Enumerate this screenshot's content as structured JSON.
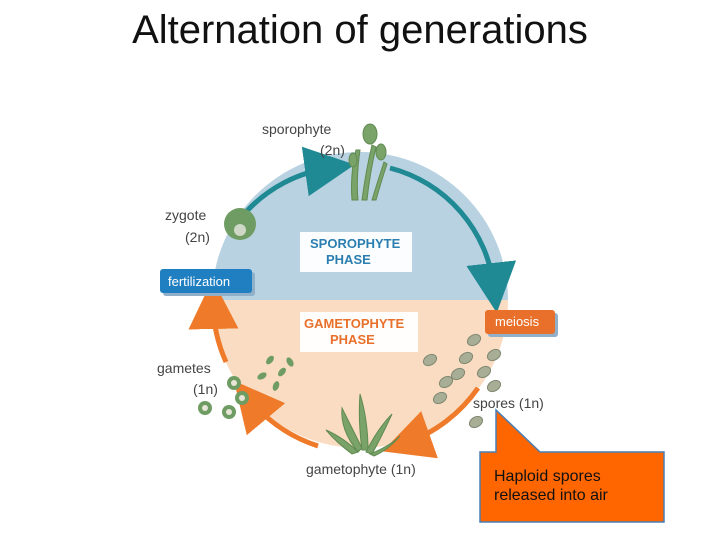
{
  "title": "Alternation of generations",
  "labels": {
    "sporophyte": "sporophyte",
    "sporophyte_ploidy": "(2n)",
    "zygote": "zygote",
    "zygote_ploidy": "(2n)",
    "gametes": "gametes",
    "gametes_ploidy": "(1n)",
    "spores": "spores (1n)",
    "gametophyte": "gametophyte (1n)"
  },
  "phases": {
    "sporophyte_line1": "SPOROPHYTE",
    "sporophyte_line2": "PHASE",
    "gametophyte_line1": "GAMETOPHYTE",
    "gametophyte_line2": "PHASE"
  },
  "steps": {
    "fertilization": "fertilization",
    "meiosis": "meiosis"
  },
  "callout": {
    "text": "Haploid spores\nreleased into air"
  },
  "colors": {
    "sporophyte_fill": "#b9d2e1",
    "gametophyte_fill": "#f9dcc2",
    "sporophyte_arrow": "#1f8a94",
    "gametophyte_arrow": "#ef7b2a",
    "sporophyte_text": "#2b7fb0",
    "gametophyte_text": "#e8702a",
    "step_button": "#1f7fc0",
    "callout_fill": "#ff6600",
    "plant_green": "#7aa36a",
    "cell_green": "#6f9c63"
  },
  "icons": [
    "sporophyte-plant-icon",
    "zygote-cell-icon",
    "spore-icon",
    "gamete-icon",
    "gametophyte-plant-icon"
  ]
}
